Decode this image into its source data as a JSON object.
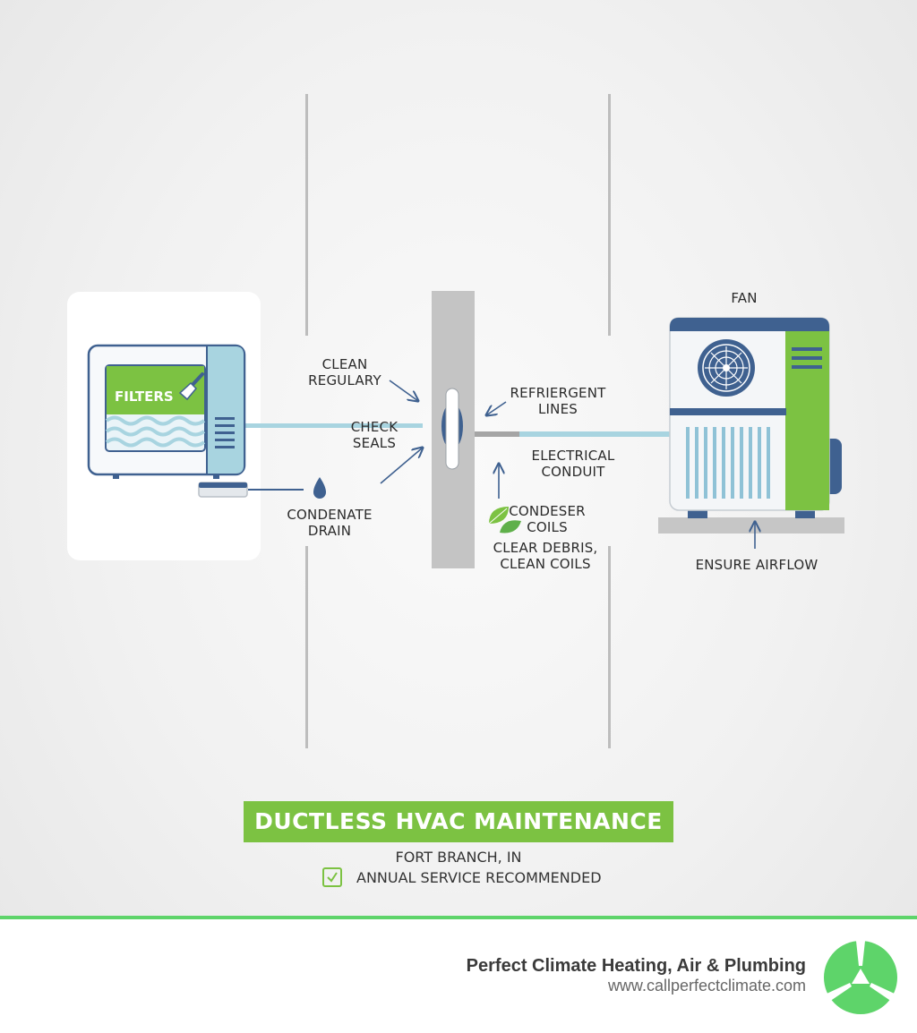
{
  "diagram": {
    "labels": {
      "filters": "FILTERS",
      "clean_regularly": [
        "CLEAN",
        "REGULARY"
      ],
      "check_seals": [
        "CHECK",
        "SEALS"
      ],
      "condensate_drain": [
        "CONDENATE",
        "DRAIN"
      ],
      "refrigerant_lines": [
        "REFRIERGENT",
        "LINES"
      ],
      "electrical_conduit": [
        "ELECTRICAL",
        "CONDUIT"
      ],
      "condenser_coils": [
        "CONDESER",
        "COILS"
      ],
      "clear_debris": [
        "CLEAR DEBRIS,",
        "CLEAN COILS"
      ],
      "fan": "FAN",
      "ensure_airflow": "ENSURE AIRFLOW"
    },
    "icons": [
      "paintbrush-icon",
      "water-drop-icon",
      "leaf-icon",
      "fan-icon",
      "checkbox-icon",
      "brand-logo"
    ],
    "colors": {
      "green": "#7cc242",
      "blue": "#3f6190",
      "light_blue": "#a8d4e0",
      "gray": "#c4c4c4"
    }
  },
  "title": {
    "heading": "DUCTLESS HVAC MAINTENANCE",
    "location": "FORT BRANCH, IN",
    "service_note": "ANNUAL SERVICE RECOMMENDED"
  },
  "footer": {
    "company": "Perfect Climate Heating, Air & Plumbing",
    "url": "www.callperfectclimate.com",
    "accent": "#5ed46a"
  }
}
